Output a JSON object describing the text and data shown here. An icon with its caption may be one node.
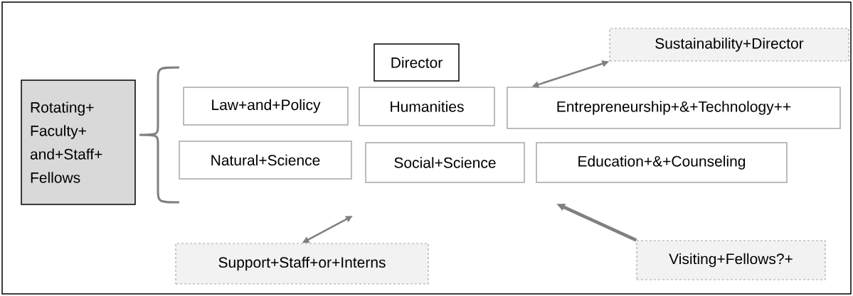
{
  "diagram": {
    "nodes": [
      {
        "text": [
          "Rotating+ Faculty+ and+Staff+ Fellows"
        ]
      },
      {
        "text": [
          "Director"
        ]
      },
      {
        "text": [
          "Sustainability+Director"
        ]
      },
      {
        "text": [
          "Law+and+Policy"
        ]
      },
      {
        "text": [
          "Humanities"
        ]
      },
      {
        "text": [
          "Entrepreneurship+&+Technology++"
        ]
      },
      {
        "text": [
          "Natural+Science"
        ]
      },
      {
        "text": [
          "Social+Science"
        ]
      },
      {
        "text": [
          "Education+&+Counseling"
        ]
      },
      {
        "text": [
          "Support+Staff+or+Interns"
        ]
      },
      {
        "text": [
          "Visiting+Fellows?+"
        ]
      }
    ],
    "edges": [
      {
        "from": 2,
        "to": 5,
        "arrow": "both"
      },
      {
        "from": 9,
        "to": null,
        "arrow": "both"
      },
      {
        "from": 10,
        "to": null,
        "arrow": "to",
        "style": "thick"
      }
    ]
  }
}
